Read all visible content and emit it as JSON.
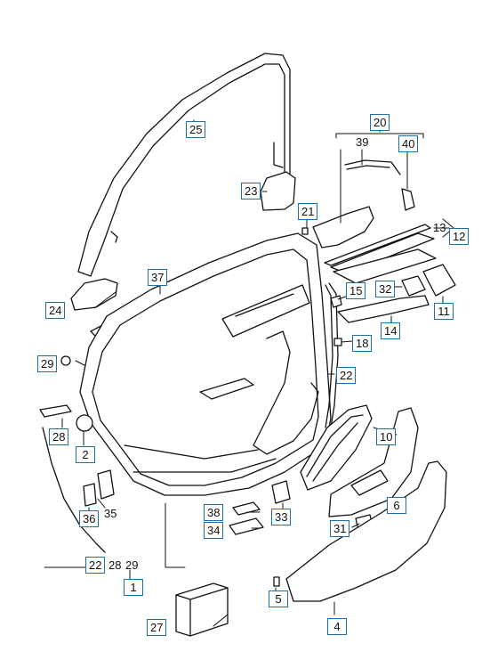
{
  "callouts": {
    "c1": "1",
    "c2": "2",
    "c4": "4",
    "c5": "5",
    "c6": "6",
    "c10": "10",
    "c11": "11",
    "c12": "12",
    "c13": "13",
    "c14": "14",
    "c15": "15",
    "c18": "18",
    "c20": "20",
    "c21": "21",
    "c22a": "22",
    "c22b": "22",
    "c23": "23",
    "c24": "24",
    "c25": "25",
    "c27": "27",
    "c28a": "28",
    "c28b": "28",
    "c29a": "29",
    "c29b": "29",
    "c31": "31",
    "c32": "32",
    "c33": "33",
    "c34": "34",
    "c35": "35",
    "c36": "36",
    "c37": "37",
    "c38": "38",
    "c39": "39",
    "c40": "40"
  },
  "colors": {
    "line": "#111111",
    "box_border": "#1c6fa8",
    "fill_part": "#ffffff"
  }
}
